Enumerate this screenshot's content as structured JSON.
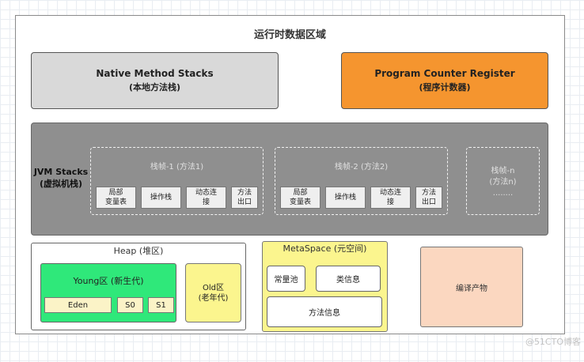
{
  "title": "运行时数据区域",
  "native_method_stacks": {
    "name": "Native Method Stacks",
    "subtitle": "(本地方法栈)"
  },
  "program_counter_register": {
    "name": "Program Counter Register",
    "subtitle": "(程序计数器)"
  },
  "jvm_stacks": {
    "label_line1": "JVM Stacks",
    "label_line2": "(虚拟机栈)",
    "frames": [
      {
        "title": "栈帧-1 (方法1)",
        "cells": [
          [
            "局部",
            "变量表"
          ],
          [
            "操作栈"
          ],
          [
            "动态连",
            "接"
          ],
          [
            "方法",
            "出口"
          ]
        ]
      },
      {
        "title": "栈帧-2 (方法2)",
        "cells": [
          [
            "局部",
            "变量表"
          ],
          [
            "操作栈"
          ],
          [
            "动态连",
            "接"
          ],
          [
            "方法",
            "出口"
          ]
        ]
      }
    ],
    "frame_n": {
      "line1": "栈帧-n",
      "line2": "(方法n)",
      "line3": "........"
    }
  },
  "heap": {
    "title": "Heap (堆区)",
    "young": {
      "title": "Young区 (新生代)",
      "eden": "Eden",
      "s0": "S0",
      "s1": "S1"
    },
    "old": {
      "line1": "Old区",
      "line2": "(老年代)"
    }
  },
  "metaspace": {
    "title": "MetaSpace (元空间)",
    "constant_pool": "常量池",
    "class_info": "类信息",
    "method_info": "方法信息"
  },
  "compiled_output": "编译产物",
  "watermark": "@51CTO博客",
  "colors": {
    "native": "#d9d9d9",
    "pcr": "#f5952f",
    "jvm": "#8f8f8f",
    "young": "#2fe87a",
    "old": "#fbf58e",
    "meta": "#fbf58e",
    "compiled": "#fbd7c0"
  }
}
